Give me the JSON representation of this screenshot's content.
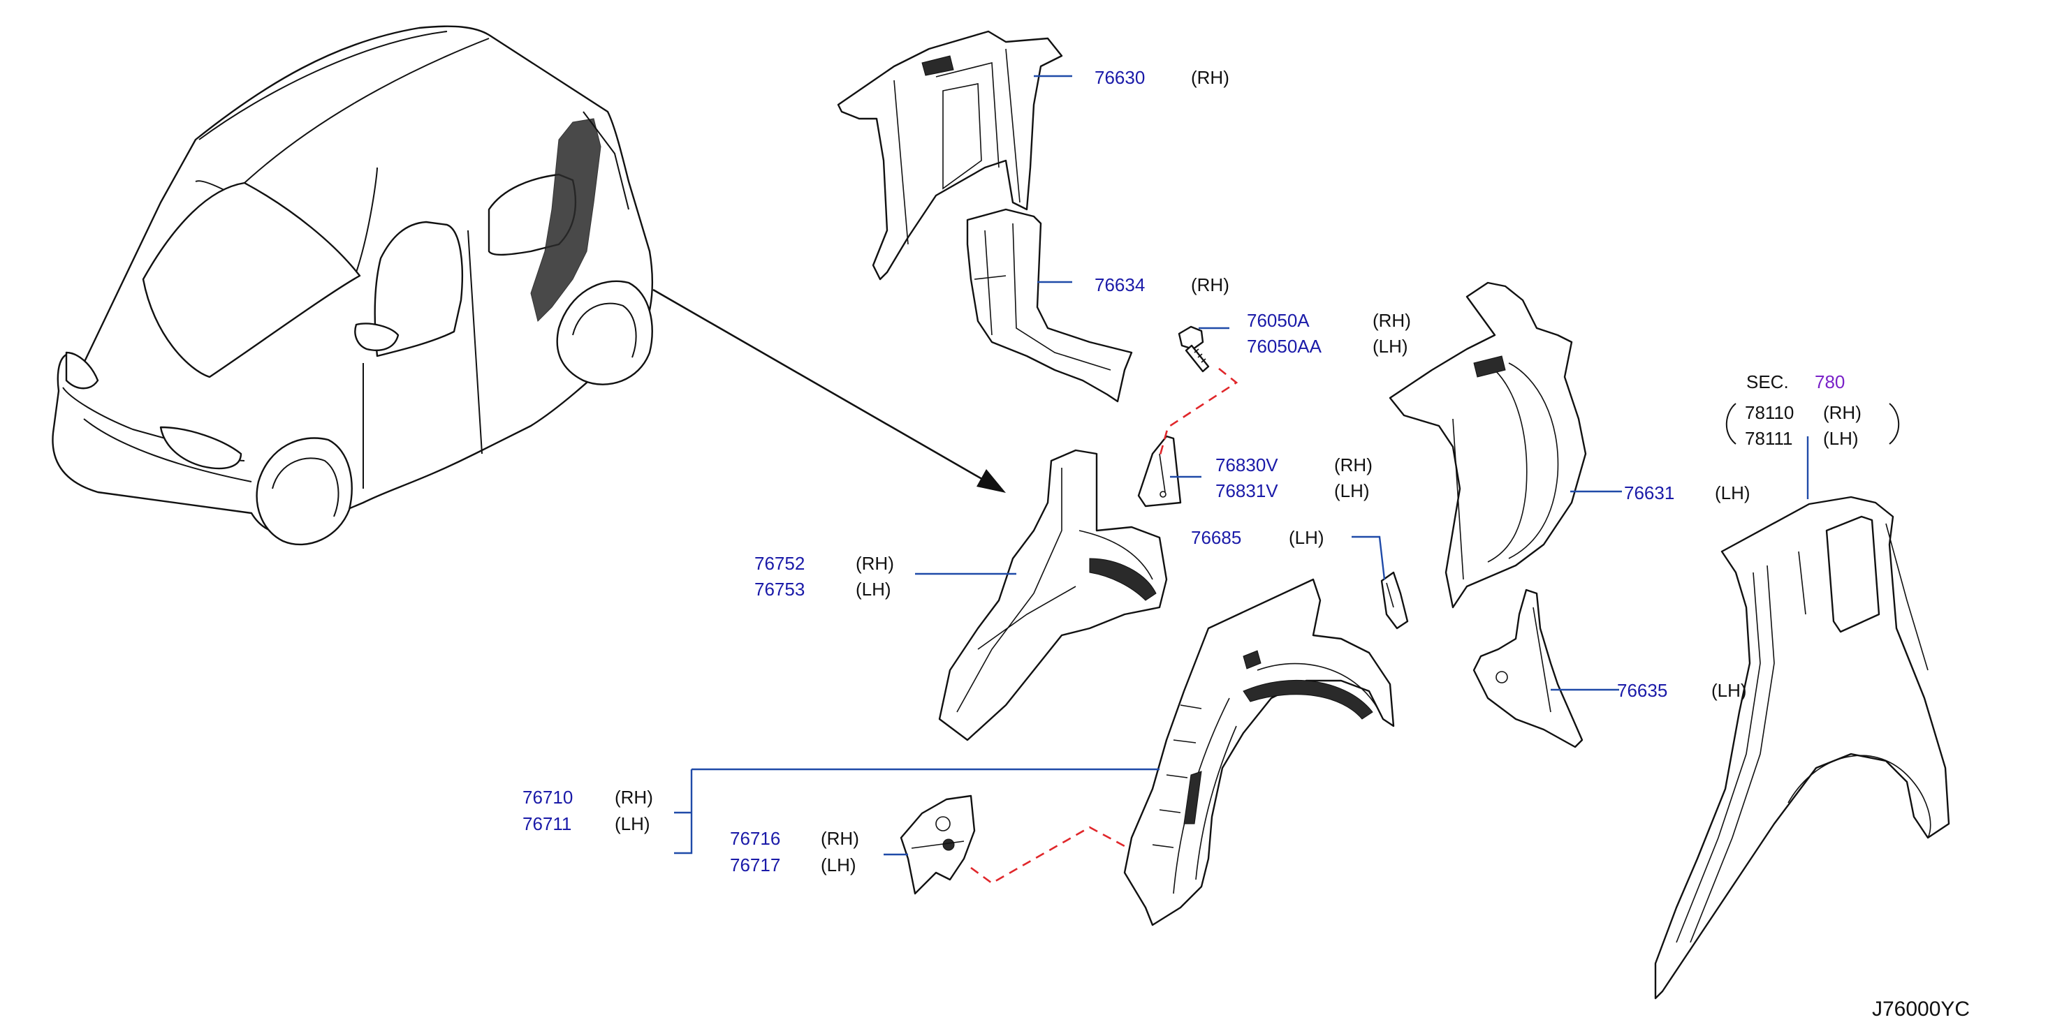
{
  "diagram_code": "J76000YC",
  "section": {
    "prefix": "SEC.",
    "number": "780"
  },
  "parts": [
    {
      "id": "p76630",
      "lines": [
        {
          "num": "76630",
          "side": "(RH)"
        }
      ]
    },
    {
      "id": "p76634",
      "lines": [
        {
          "num": "76634",
          "side": "(RH)"
        }
      ]
    },
    {
      "id": "p76050",
      "lines": [
        {
          "num": "76050A",
          "side": "(RH)"
        },
        {
          "num": "76050AA",
          "side": "(LH)"
        }
      ]
    },
    {
      "id": "p76830",
      "lines": [
        {
          "num": "76830V",
          "side": "(RH)"
        },
        {
          "num": "76831V",
          "side": "(LH)"
        }
      ]
    },
    {
      "id": "p76685",
      "lines": [
        {
          "num": "76685",
          "side": "(LH)"
        }
      ]
    },
    {
      "id": "p76752",
      "lines": [
        {
          "num": "76752",
          "side": "(RH)"
        },
        {
          "num": "76753",
          "side": "(LH)"
        }
      ]
    },
    {
      "id": "p76631",
      "lines": [
        {
          "num": "76631",
          "side": "(LH)"
        }
      ]
    },
    {
      "id": "p76635",
      "lines": [
        {
          "num": "76635",
          "side": "(LH)"
        }
      ]
    },
    {
      "id": "p76710",
      "lines": [
        {
          "num": "76710",
          "side": "(RH)"
        },
        {
          "num": "76711",
          "side": "(LH)"
        }
      ]
    },
    {
      "id": "p76716",
      "lines": [
        {
          "num": "76716",
          "side": "(RH)"
        },
        {
          "num": "76717",
          "side": "(LH)"
        }
      ]
    },
    {
      "id": "p78110",
      "lines": [
        {
          "num": "78110",
          "side": "(RH)"
        },
        {
          "num": "78111",
          "side": "(LH)"
        }
      ]
    }
  ]
}
